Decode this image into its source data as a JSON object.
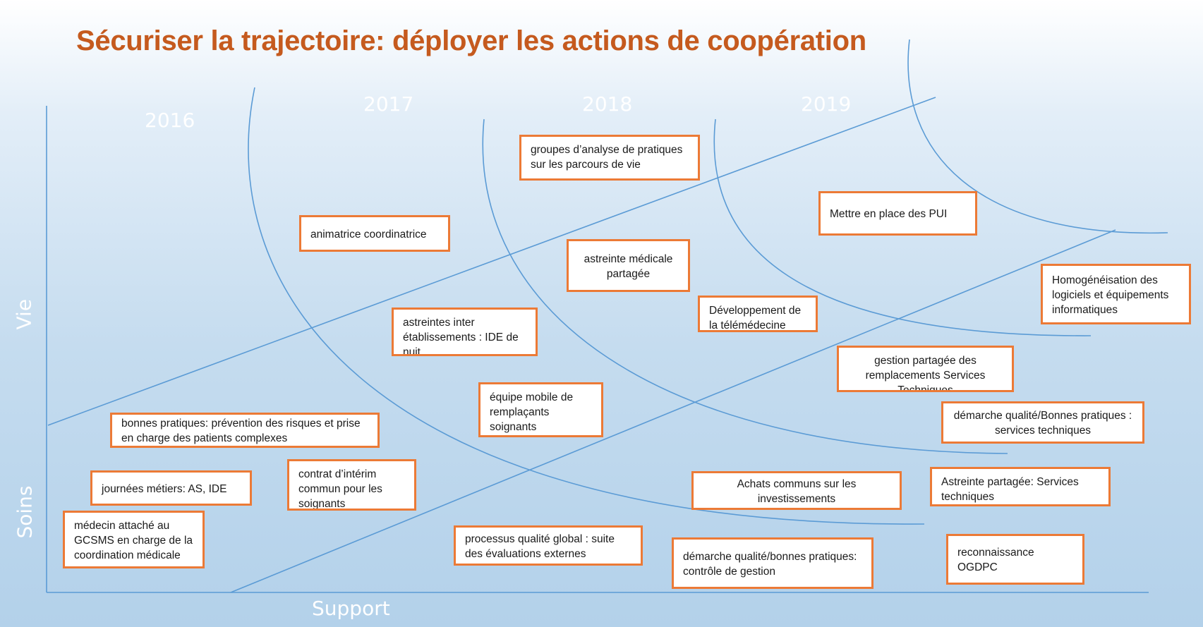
{
  "title": "Sécuriser la trajectoire: déployer les actions de coopération",
  "years": [
    "2016",
    "2017",
    "2018",
    "2019"
  ],
  "axes": {
    "vertical_top": "Vie",
    "vertical_bottom": "Soins",
    "horizontal": "Support"
  },
  "colors": {
    "title": "#c55a1e",
    "box_border": "#ec7a36",
    "lines": "#5b9bd5",
    "axis_text": "#ffffff"
  },
  "boxes": {
    "groupes_analyse": "groupes d’analyse de pratiques sur les parcours de vie",
    "mettre_pui": "Mettre en place des PUI",
    "animatrice": "animatrice coordinatrice",
    "astreinte_medicale": "astreinte médicale partagée",
    "homogeneisation": "Homogénéisation des logiciels et équipements informatiques",
    "telemedecine": "Développement de la télémédecine",
    "astreintes_inter": "astreintes inter établissements : IDE de nuit",
    "gestion_remplacements": "gestion partagée des remplacements Services Techniques",
    "equipe_mobile": "équipe mobile de remplaçants soignants",
    "demarche_st": "démarche  qualité/Bonnes pratiques : services techniques",
    "bonnes_pratiques": "bonnes pratiques: prévention des risques et prise en charge des patients complexes",
    "journees_metiers": "journées métiers: AS, IDE",
    "contrat_interim": "contrat d’intérim commun pour les soignants",
    "achats_communs": "Achats communs sur les investissements",
    "astreinte_st": "Astreinte partagée: Services techniques",
    "medecin_attache": "médecin attaché au GCSMS en charge de la coordination médicale",
    "processus_qualite": "processus qualité global : suite des évaluations externes",
    "demarche_gestion": "démarche qualité/bonnes pratiques: contrôle de gestion",
    "reconnaissance": "reconnaissance OGDPC"
  }
}
